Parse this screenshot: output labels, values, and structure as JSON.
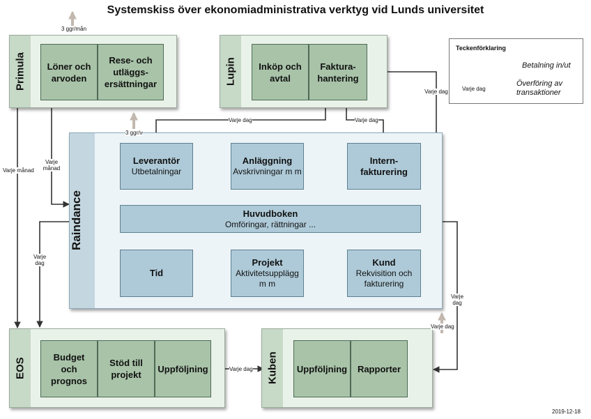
{
  "title": "Systemskiss över ekonomiadministrativa verktyg vid Lunds universitet",
  "date": "2019-12-18",
  "legend": {
    "heading": "Teckenförklaring",
    "payment": "Betalning in/ut",
    "transfer_label": "Varje dag",
    "transfer_desc": "Överföring av transaktioner"
  },
  "primula": {
    "name": "Primula",
    "boxes": [
      "Löner och arvoden",
      "Rese- och utläggs-ersättningar"
    ]
  },
  "lupin": {
    "name": "Lupin",
    "boxes": [
      "Inköp och avtal",
      "Faktura-hantering"
    ]
  },
  "raindance": {
    "name": "Raindance",
    "leverantor": {
      "title": "Leverantör",
      "sub": "Utbetalningar"
    },
    "anlaggning": {
      "title": "Anläggning",
      "sub": "Avskrivningar m m"
    },
    "intern": {
      "title": "Intern-fakturering",
      "sub": ""
    },
    "huvudboken": {
      "title": "Huvudboken",
      "sub": "Omföringar, rättningar ..."
    },
    "tid": {
      "title": "Tid",
      "sub": ""
    },
    "projekt": {
      "title": "Projekt",
      "sub": "Aktivitetsupplägg m m"
    },
    "kund": {
      "title": "Kund",
      "sub": "Rekvisition och fakturering"
    }
  },
  "eos": {
    "name": "EOS",
    "boxes": [
      "Budget och prognos",
      "Stöd till projekt",
      "Uppföljning"
    ]
  },
  "kuben": {
    "name": "Kuben",
    "boxes": [
      "Uppföljning",
      "Rapporter"
    ]
  },
  "flows": {
    "primula_out": "3 ggr/mån",
    "raindance_out": "3 ggr/v",
    "primula_eos": "Varje månad",
    "primula_raindance": "Varje månad",
    "lupin_leverantor": "Varje dag",
    "lupin_intern": "Varje dag",
    "intern_lupin": "Varje dag",
    "raindance_eos": "Varje dag",
    "raindance_kuben": "Varje dag",
    "kuben_in": "Varje dag",
    "eos_kuben": "Varje dag"
  }
}
